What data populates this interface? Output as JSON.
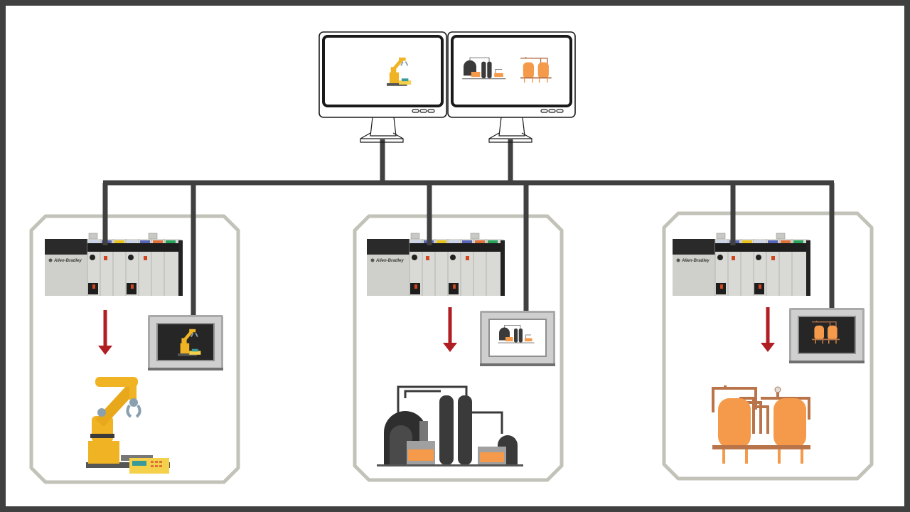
{
  "diagram": {
    "brand_logo_text": "Allen-Bradley",
    "colors": {
      "frame": "#404040",
      "network_line": "#404040",
      "cell_border": "#c2c2b8",
      "arrow": "#b01e23",
      "robot_yellow": "#f0b323",
      "tank_orange": "#f49a4a",
      "pipe_copper": "#b9744a",
      "refinery_dark": "#3a3a3a"
    },
    "workstations": [
      {
        "name": "workstation-left",
        "screen_content": "robot-arm-icon"
      },
      {
        "name": "workstation-right",
        "screen_content": "refinery-and-tanks-icons"
      }
    ],
    "cells": [
      {
        "name": "robot-cell",
        "controller": "plc-rack",
        "hmi_screen": "robot-arm",
        "process": "robot-arm"
      },
      {
        "name": "refinery-cell",
        "controller": "plc-rack",
        "hmi_screen": "refinery",
        "process": "refinery"
      },
      {
        "name": "tank-cell",
        "controller": "plc-rack",
        "hmi_screen": "tanks",
        "process": "process-tanks"
      }
    ]
  }
}
